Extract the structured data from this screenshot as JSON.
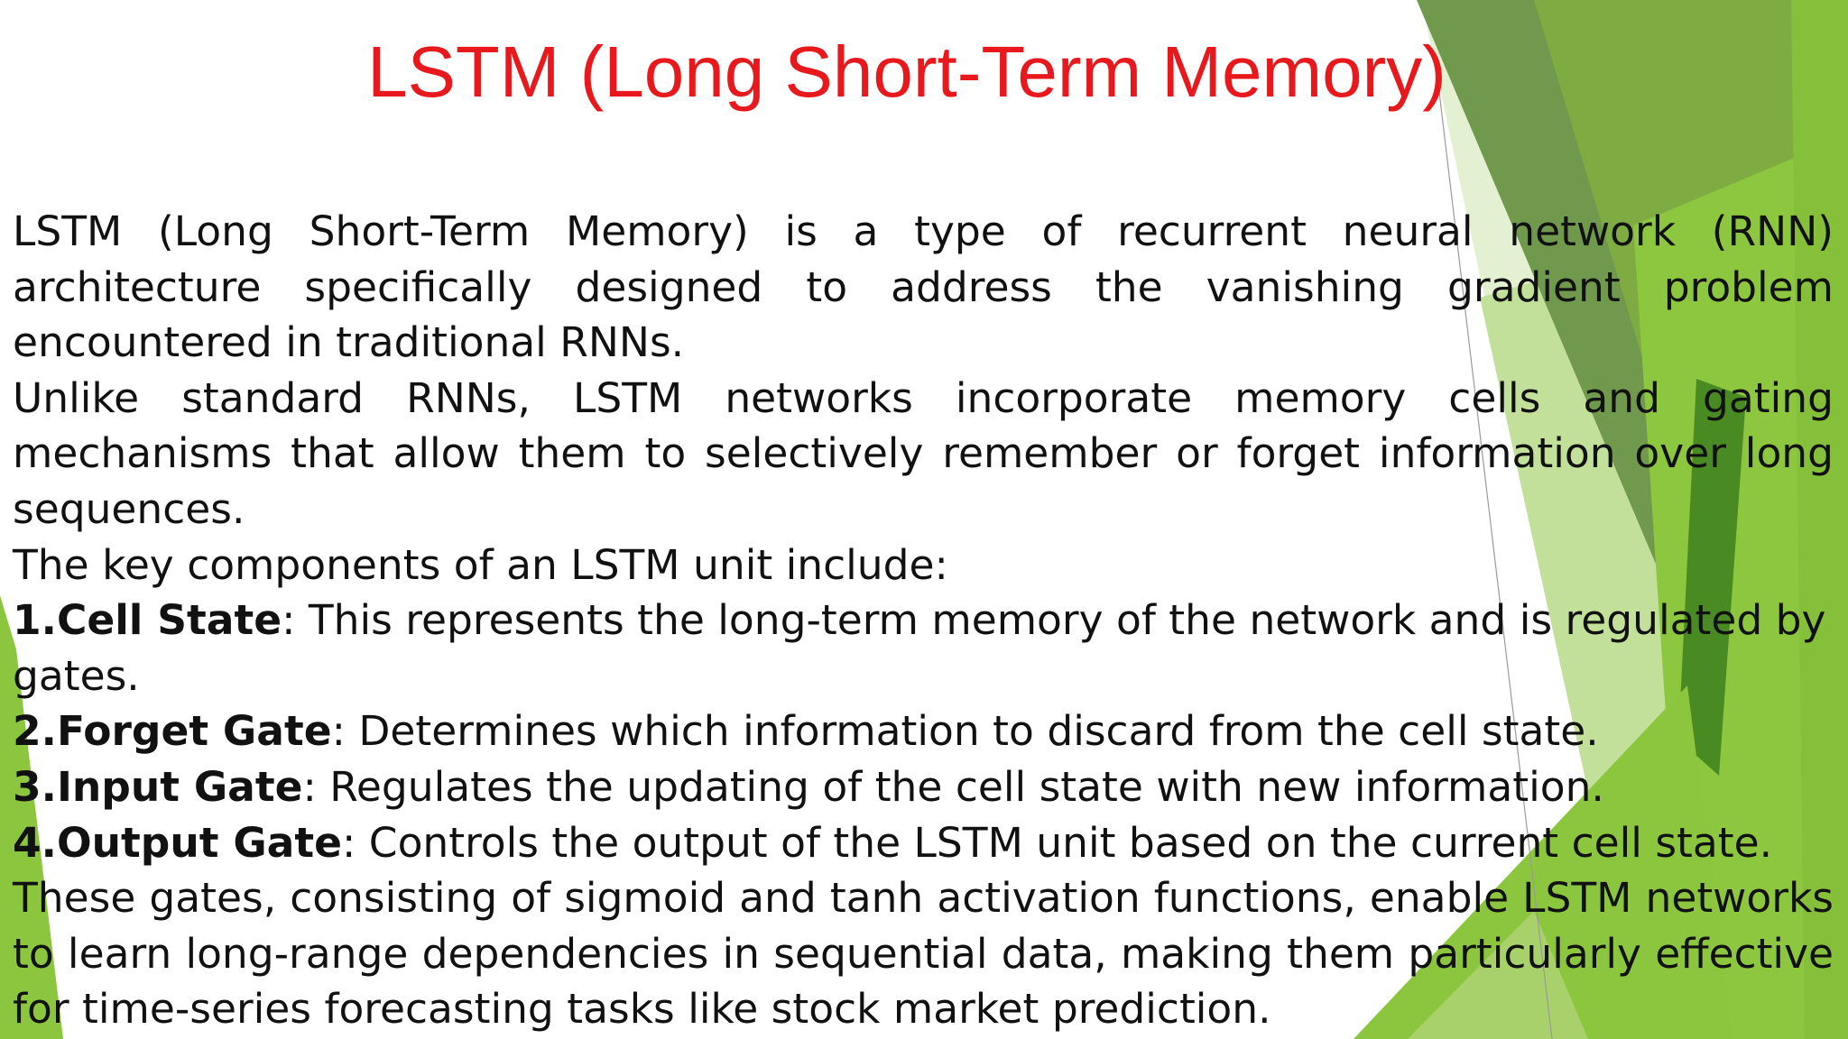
{
  "slide": {
    "title": "LSTM (Long Short-Term Memory)",
    "paragraph_1": "LSTM (Long Short-Term Memory) is a type of recurrent neural network (RNN) architecture specifically designed to address the vanishing gradient problem encountered in traditional RNNs.",
    "paragraph_2": "Unlike standard RNNs, LSTM networks incorporate memory cells and gating mechanisms that allow them to selectively remember or forget information over long sequences.",
    "components_intro": "The key components of an LSTM unit include:",
    "components": [
      {
        "number": "1.",
        "term": "Cell State",
        "description": ": This represents the long-term memory of the network and is regulated by gates."
      },
      {
        "number": "2.",
        "term": "Forget Gate",
        "description": ": Determines which information to discard from the cell state."
      },
      {
        "number": "3.",
        "term": "Input Gate",
        "description": ": Regulates the updating of the cell state with new information."
      },
      {
        "number": "4.",
        "term": "Output Gate",
        "description": ": Controls the output of the LSTM unit based on the current cell state."
      }
    ],
    "paragraph_3": "These gates, consisting of sigmoid and tanh activation functions, enable LSTM networks to learn long-range dependencies in sequential data, making them particularly effective for time-series forecasting tasks like stock market prediction."
  },
  "theme": {
    "title_color": "#e8191c",
    "text_color": "#111111",
    "accent_greens": [
      "#6f9a4c",
      "#7fb23a",
      "#8dc63f",
      "#4a8a22",
      "#b5d98a",
      "#d9ebc2"
    ]
  }
}
